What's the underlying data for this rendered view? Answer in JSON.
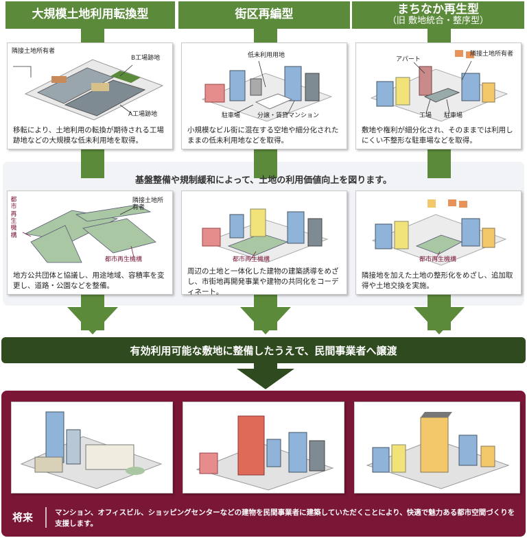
{
  "columns": [
    {
      "header": {
        "title": "大規模土地利用転換型",
        "subtitle": ""
      },
      "top_labels": [
        "隣接土地所有者",
        "B工場跡地",
        "A工場跡地"
      ],
      "top_caption": "移転により、土地利用の転換が期待される工場跡地などの大規模な低未利用地を取得。",
      "mid_labels": [
        "隣接土地所有者",
        "都市再生機構",
        "都市再生機構"
      ],
      "mid_caption": "地方公共団体と協議し、用途地域、容積率を変更し、道路・公園などを整備。"
    },
    {
      "header": {
        "title": "街区再編型",
        "subtitle": ""
      },
      "top_labels": [
        "低未利用用地",
        "駐車場",
        "分譲・賃貸マンション"
      ],
      "top_caption": "小規模なビル街に混在する空地や細分化されたままの低未利用地などを取得。",
      "mid_labels": [
        "都市再生機構"
      ],
      "mid_caption": "周辺の土地と一体化した建物の建築誘導をめざし、市街地再開発事業や建物の共同化をコーディネート。"
    },
    {
      "header": {
        "title": "まちなか再生型",
        "subtitle": "（旧 敷地統合・整序型）"
      },
      "top_labels": [
        "アパート",
        "隣接土地所有者",
        "工場",
        "駐車場"
      ],
      "top_caption": "敷地や権利が細分化され、そのままでは利用しにくい不整形な駐車場などを取得。",
      "mid_labels": [
        "都市再生機構"
      ],
      "mid_caption": "隣接地を加えた土地の整形化をめざし、追加取得や土地交換を実施。"
    }
  ],
  "mid_title": "基盤整備や規制緩和によって、土地の利用価値向上を図ります。",
  "bar_text": "有効利用可能な敷地に整備したうえで、民間事業者へ譲渡",
  "future": {
    "label": "将来",
    "text": "マンション、オフィスビル、ショッピングセンターなどの建物を民間事業者に建築していただくことにより、快適で魅力ある都市空間づくりを支援します。"
  },
  "colors": {
    "header_green": "#5b8a3a",
    "arrow_green": "#5b8a3a",
    "dark_green": "#2e4a1e",
    "future_maroon": "#7a1737",
    "mid_panel": "#f1f3f6"
  }
}
